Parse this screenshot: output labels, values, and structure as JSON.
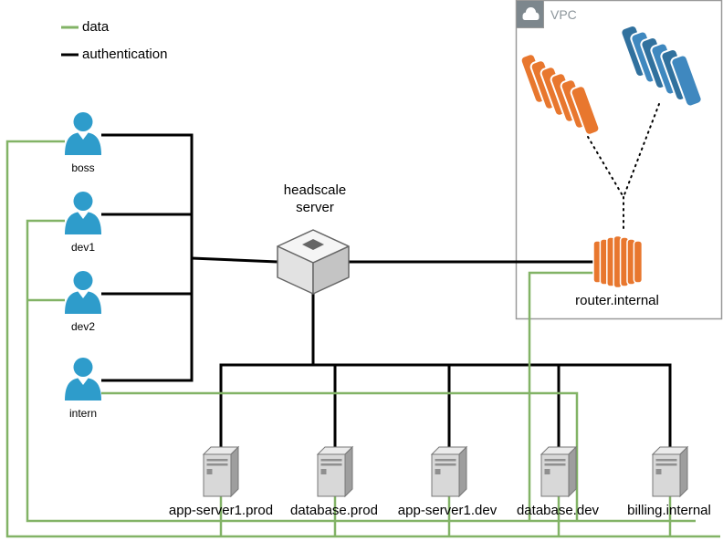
{
  "legend": {
    "items": [
      {
        "label": "data",
        "color": "#82B366"
      },
      {
        "label": "authentication",
        "color": "#000000"
      }
    ]
  },
  "users": [
    {
      "label": "boss"
    },
    {
      "label": "dev1"
    },
    {
      "label": "dev2"
    },
    {
      "label": "intern"
    }
  ],
  "headscale": {
    "label": "headscale server"
  },
  "vpc": {
    "label": "VPC",
    "router": {
      "label": "router.internal"
    }
  },
  "servers": [
    {
      "label": "app-server1.prod"
    },
    {
      "label": "database.prod"
    },
    {
      "label": "app-server1.dev"
    },
    {
      "label": "database.dev"
    },
    {
      "label": "billing.internal"
    }
  ],
  "colors": {
    "data_line": "#82B366",
    "auth_line": "#000000",
    "user_icon": "#2E9CCB",
    "aws_orange": "#E8772E",
    "aws_blue_dark": "#31719E",
    "aws_blue_light": "#3F88BF",
    "server_gray": "#D8D8D8"
  }
}
